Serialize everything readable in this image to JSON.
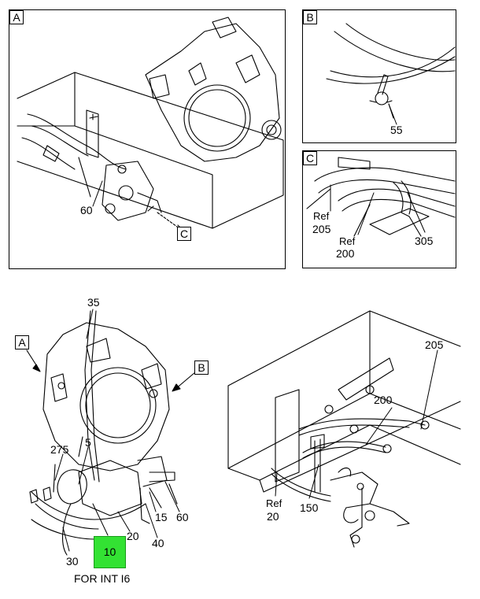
{
  "panels": {
    "a": {
      "tag": "A",
      "callout_60": "60",
      "callout_c": "C"
    },
    "b": {
      "tag": "B",
      "callout_55": "55"
    },
    "c": {
      "tag": "C",
      "ref_205_a": "Ref",
      "ref_205_b": "205",
      "ref_200_a": "Ref",
      "ref_200_b": "200",
      "callout_305": "305"
    }
  },
  "main": {
    "tag_a": "A",
    "tag_b": "B",
    "callouts": {
      "c35": "35",
      "c275": "275",
      "c5": "5",
      "c20": "20",
      "c15": "15",
      "c60": "60",
      "c40": "40",
      "c30": "30",
      "c10": "10",
      "c205": "205",
      "c200": "200",
      "c150": "150",
      "ref20_a": "Ref",
      "ref20_b": "20"
    },
    "note": "FOR INT I6",
    "highlight_color": "#33e233"
  }
}
